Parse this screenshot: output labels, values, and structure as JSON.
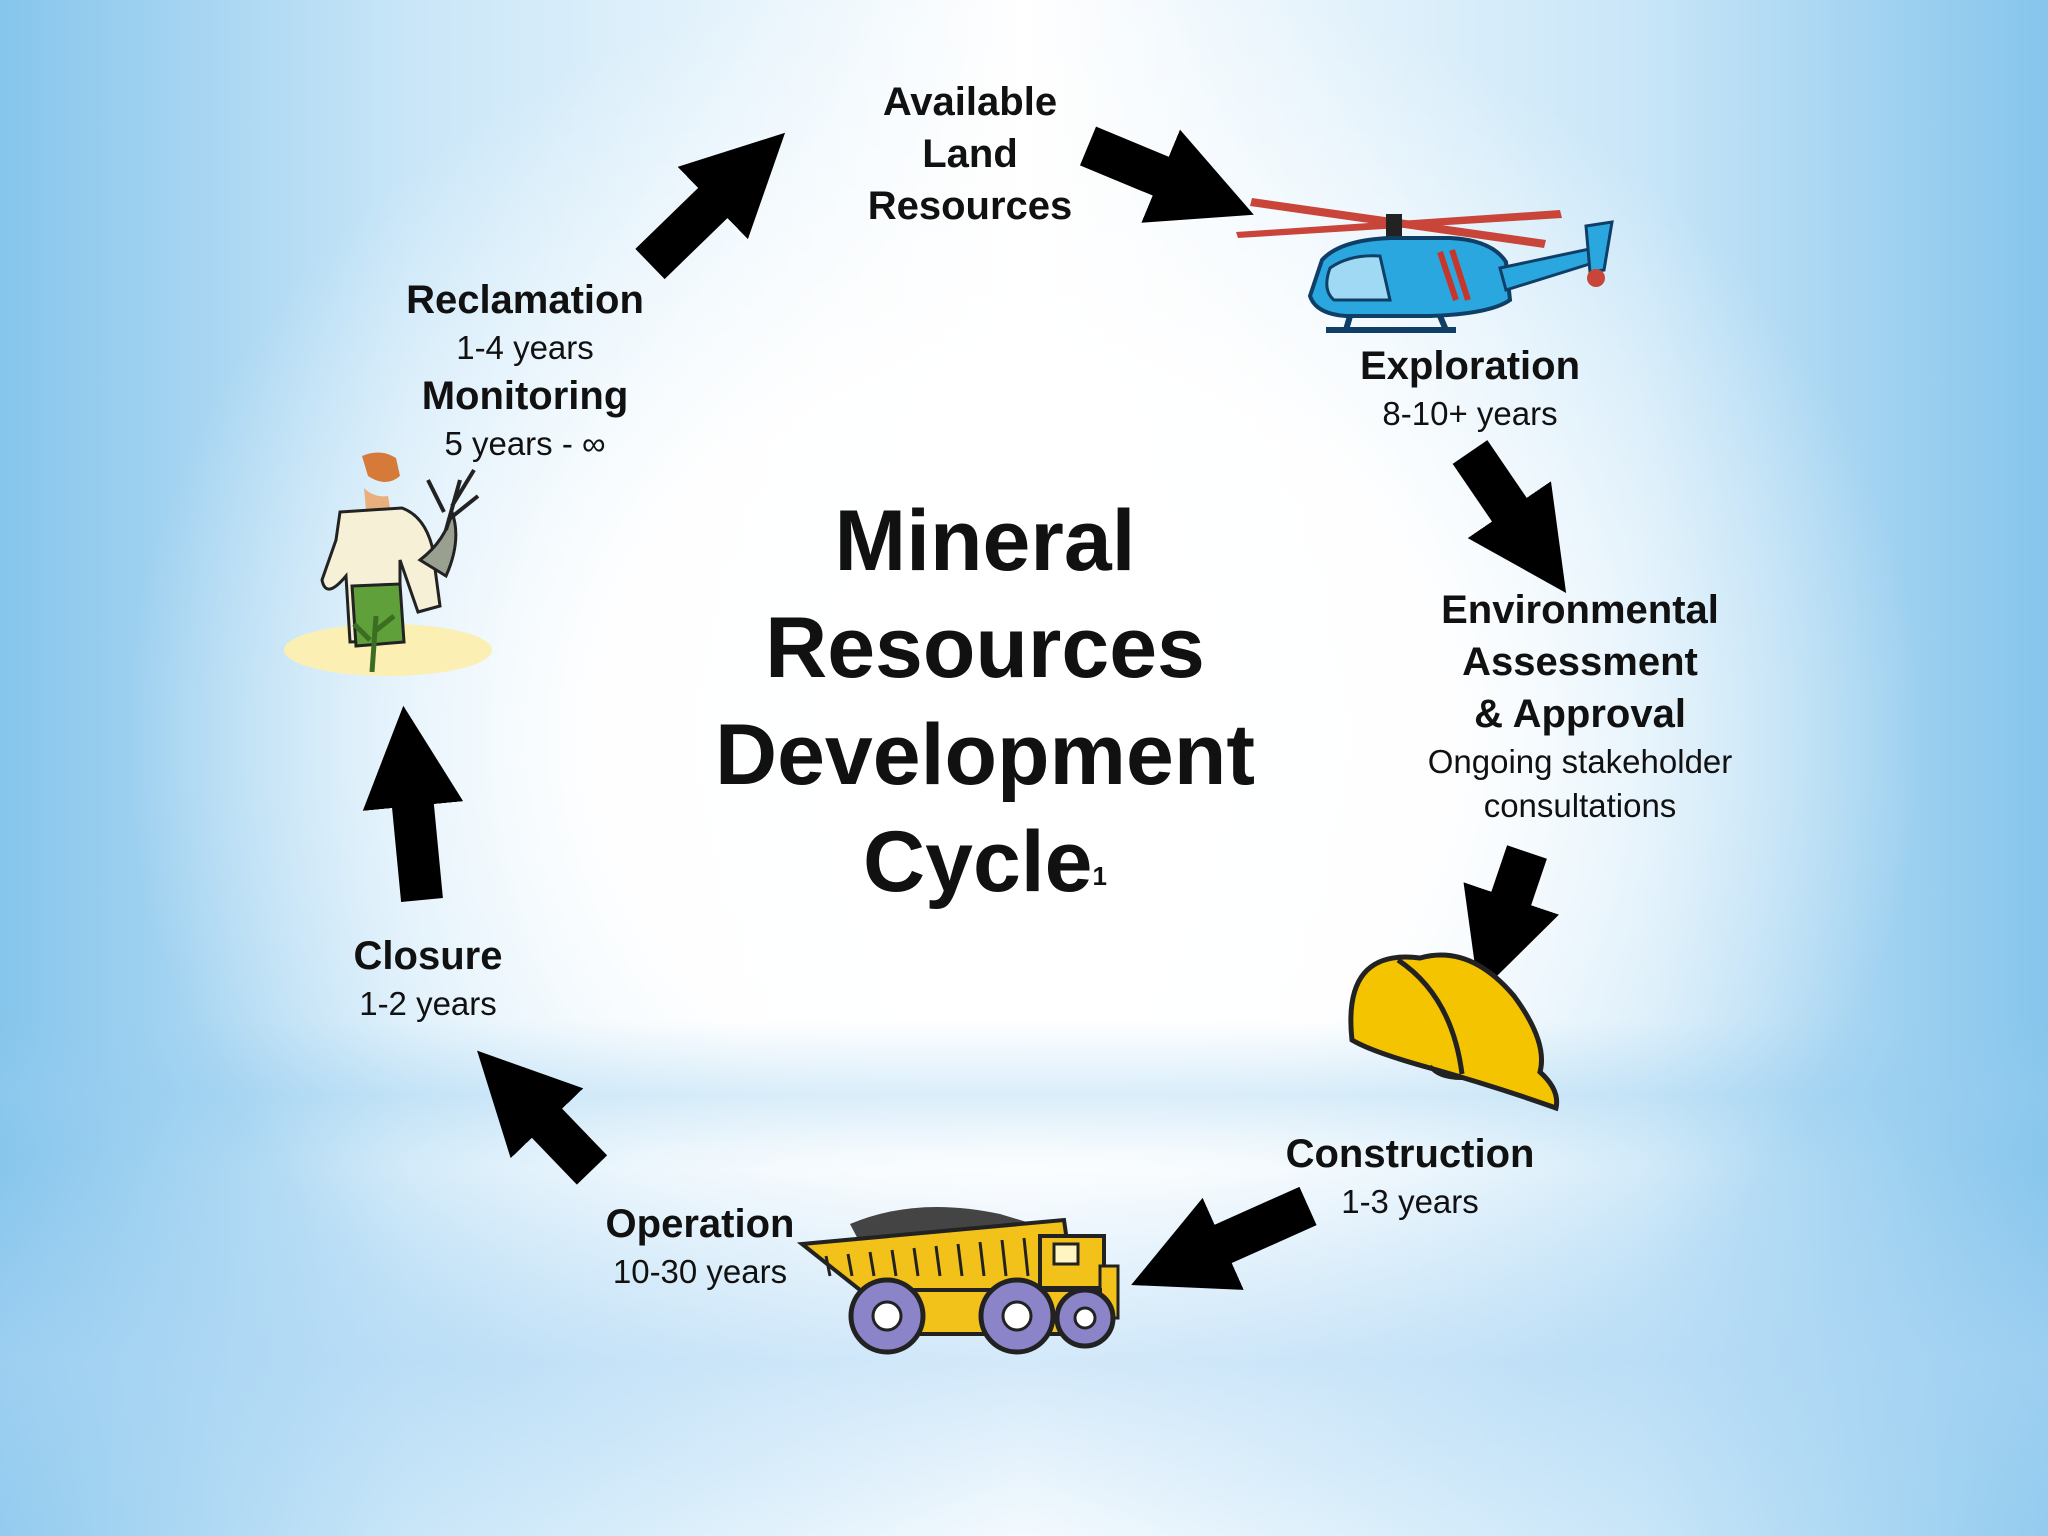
{
  "title": {
    "lines": [
      "Mineral",
      "Resources",
      "Development",
      "Cycle"
    ],
    "footnote_mark": "1"
  },
  "stages": {
    "land": {
      "lines": [
        "Available",
        "Land",
        "Resources"
      ]
    },
    "exploration": {
      "title": "Exploration",
      "duration": "8-10+ years"
    },
    "assessment": {
      "lines": [
        "Environmental",
        "Assessment",
        "& Approval"
      ],
      "note_lines": [
        "Ongoing stakeholder",
        "consultations"
      ]
    },
    "construction": {
      "title": "Construction",
      "duration": "1-3 years"
    },
    "operation": {
      "title": "Operation",
      "duration": "10-30 years"
    },
    "closure": {
      "title": "Closure",
      "duration": "1-2 years"
    },
    "reclamation": {
      "title": "Reclamation",
      "duration": "1-4 years",
      "monitoring_title": "Monitoring",
      "monitoring_duration": "5 years - ∞"
    }
  },
  "icons": [
    "helicopter-icon",
    "hard-hat-icon",
    "haul-truck-icon",
    "planting-worker-icon"
  ],
  "colors": {
    "arrow": "#000000",
    "helicopter": "#29a8e0",
    "hard_hat": "#f5c400",
    "truck": "#f2c21a",
    "truck_wheels": "#8b84c8"
  }
}
